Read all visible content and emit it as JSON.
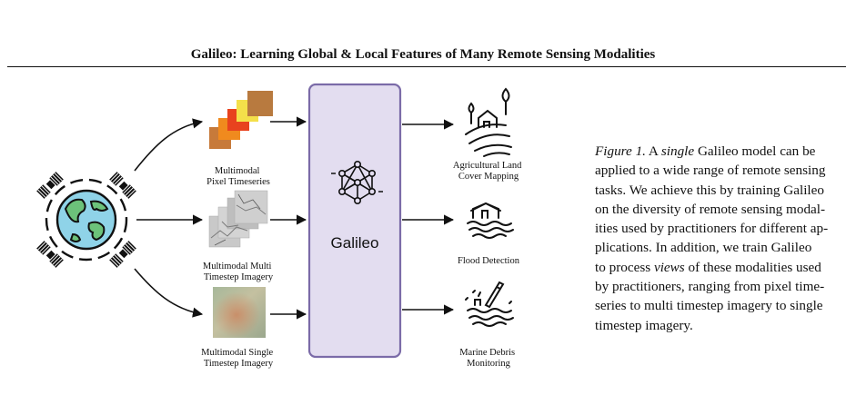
{
  "paper": {
    "running_title": "Galileo: Learning Global & Local Features of Many Remote Sensing Modalities"
  },
  "figure": {
    "inputs": [
      {
        "label_lines": [
          "Multimodal",
          "Pixel Timeseries"
        ]
      },
      {
        "label_lines": [
          "Multimodal Multi",
          "Timestep Imagery"
        ]
      },
      {
        "label_lines": [
          "Multimodal Single",
          "Timestep Imagery"
        ]
      }
    ],
    "model": {
      "name": "Galileo"
    },
    "outputs": [
      {
        "label_lines": [
          "Agricultural Land",
          "Cover Mapping"
        ],
        "icon": "farm-field-icon"
      },
      {
        "label_lines": [
          "Flood Detection"
        ],
        "icon": "flooded-house-icon"
      },
      {
        "label_lines": [
          "Marine Debris",
          "Monitoring"
        ],
        "icon": "bottle-in-waves-icon"
      }
    ],
    "earth_icon": "earth-with-satellites-icon",
    "network_icon": "neural-network-icon",
    "colors": {
      "model_fill": "#e3ddf0",
      "model_stroke": "#7b6ba8",
      "earth_land": "#6cc27a",
      "earth_ocean": "#8fd3e8",
      "pixel_tiles": [
        "#c77a3a",
        "#f08a1e",
        "#e8421e",
        "#f4e04a",
        "#b87a3f"
      ]
    }
  },
  "caption": {
    "label": "Figure 1.",
    "lines": [
      {
        "pre": " A ",
        "em": "single",
        "post": " Galileo model can be"
      },
      {
        "pre": "applied to a wide range of remote sensing",
        "em": "",
        "post": ""
      },
      {
        "pre": "tasks. We achieve this by training Galileo",
        "em": "",
        "post": ""
      },
      {
        "pre": "on the diversity of remote sensing modal-",
        "em": "",
        "post": ""
      },
      {
        "pre": "ities used by practitioners for different ap-",
        "em": "",
        "post": ""
      },
      {
        "pre": "plications.  In addition, we train Galileo",
        "em": "",
        "post": ""
      },
      {
        "pre": "to process ",
        "em": "views",
        "post": " of these modalities used"
      },
      {
        "pre": "by practitioners, ranging from pixel time-",
        "em": "",
        "post": ""
      },
      {
        "pre": "series to multi timestep imagery to single",
        "em": "",
        "post": ""
      },
      {
        "pre": "timestep imagery.",
        "em": "",
        "post": ""
      }
    ]
  }
}
